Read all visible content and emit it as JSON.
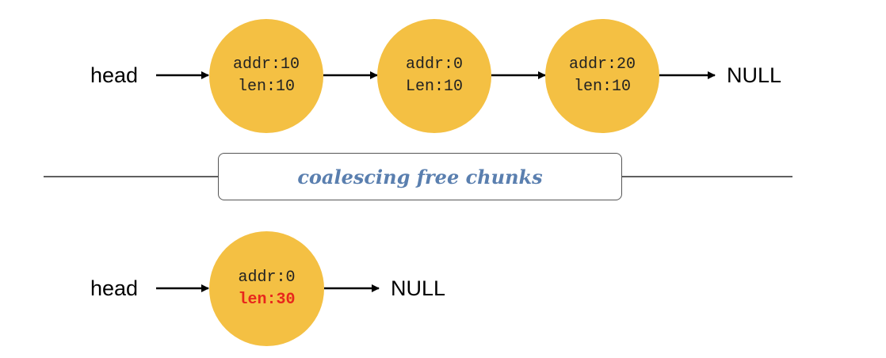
{
  "top_list": {
    "head_label": "head",
    "null_label": "NULL",
    "nodes": [
      {
        "addr": "addr:10",
        "len": "len:10"
      },
      {
        "addr": "addr:0",
        "len": "Len:10"
      },
      {
        "addr": "addr:20",
        "len": "len:10"
      }
    ]
  },
  "divider": {
    "label": "coalescing free chunks"
  },
  "bottom_list": {
    "head_label": "head",
    "null_label": "NULL",
    "nodes": [
      {
        "addr": "addr:0",
        "len": "len:30"
      }
    ]
  },
  "colors": {
    "node_fill": "#f4c043",
    "highlight_text": "#e8261c",
    "banner_text": "#5a7faf"
  }
}
